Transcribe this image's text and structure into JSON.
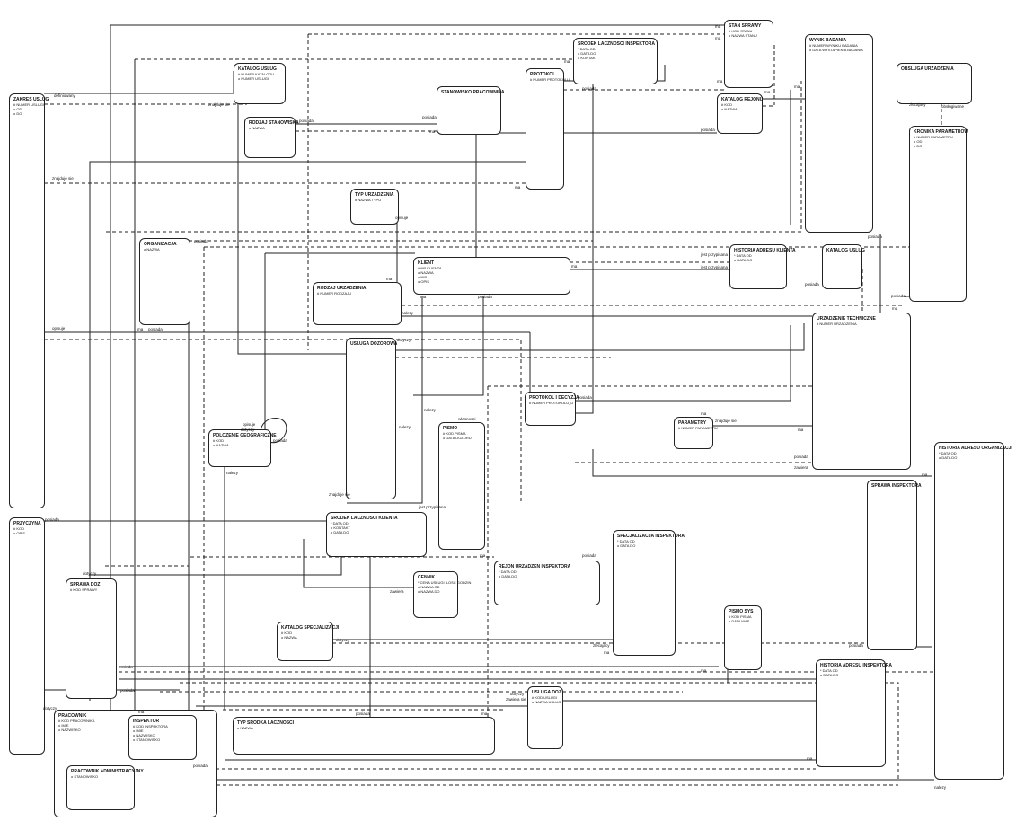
{
  "entities": {
    "zakres_uslug": {
      "title": "ZAKRES USLUG",
      "attrs": [
        "# NUMER USLUGI",
        "o OD",
        "o DO"
      ]
    },
    "katalog_uslug_top": {
      "title": "KATALOG USLUG",
      "attrs": [
        "# NUMER KATALOGU",
        "o NUMER USLUGI"
      ]
    },
    "rodzaj_stanowiska": {
      "title": "RODZAJ STANOWISKA",
      "attrs": [
        "o NAZWA"
      ]
    },
    "stanowisko_pracownika": {
      "title": "STANOWISKO PRACOWNIKA",
      "attrs": []
    },
    "srodek_lacznosci_inspektora": {
      "title": "SRODEK LACZNOSCI INSPEKTORA",
      "attrs": [
        "* DATA OD",
        "o DATA DO",
        "o KONTAKT"
      ]
    },
    "protokol": {
      "title": "PROTOKOL",
      "attrs": [
        "# NUMER PROTOKOLU"
      ]
    },
    "stan_sprawy": {
      "title": "STAN SPRAWY",
      "attrs": [
        "# KOD STANU",
        "o NAZWA STANU"
      ]
    },
    "katalog_rejonu": {
      "title": "KATALOG REJONU",
      "attrs": [
        "# KOD",
        "o NAZWA"
      ]
    },
    "wynik_badania": {
      "title": "WYNIK BADANIA",
      "attrs": [
        "# NUMER WYNIKU BADANIA",
        "o DATA WYSTAPIENIA BADANIA"
      ]
    },
    "obsluga_urzadzenia": {
      "title": "OBSLUGA URZADZENIA",
      "attrs": []
    },
    "kronika_parametrow": {
      "title": "KRONIKA PARAMETROW",
      "attrs": [
        "# NUMER PARAMETRU",
        "o OD",
        "o DO"
      ]
    },
    "typ_urzadzenia": {
      "title": "TYP URZADZENIA",
      "attrs": [
        "# NAZWA TYPU"
      ]
    },
    "organizacja": {
      "title": "ORGANIZACJA",
      "attrs": [
        "o NAZWA"
      ]
    },
    "rodzaj_urzadzenia": {
      "title": "RODZAJ URZADZENIA",
      "attrs": [
        "# NUMER RODZAJU"
      ]
    },
    "klient": {
      "title": "KLIENT",
      "attrs": [
        "# NR KLIENTA",
        "o NAZWA",
        "o NIP",
        "o OPIS"
      ]
    },
    "historia_adresu_klienta": {
      "title": "HISTORIA ADRESU KLIENTA",
      "attrs": [
        "* DATA OD",
        "o DATA DO"
      ]
    },
    "katalog_uslug_right": {
      "title": "KATALOG USLUG",
      "attrs": []
    },
    "urzadzenie_techniczne": {
      "title": "URZADZENIE TECHNICZNE",
      "attrs": [
        "# NUMER URZADZENIA"
      ]
    },
    "usluga_doczesna": {
      "title": "USLUGA DOZOROWA",
      "attrs": []
    },
    "protokol_i_decyzja": {
      "title": "PROTOKOL I DECYZJA",
      "attrs": [
        "# NUMER PROTOKOLU_D"
      ]
    },
    "parametry": {
      "title": "PARAMETRY",
      "attrs": [
        "# NUMER PARAMETRU"
      ]
    },
    "polozenie_geograficzne": {
      "title": "POLOZENIE GEOGRAFICZNE",
      "attrs": [
        "# KOD",
        "o NAZWA"
      ]
    },
    "pismo": {
      "title": "PISMO",
      "attrs": [
        "# KOD PISMA",
        "o DATA DOZORU"
      ]
    },
    "historia_adresu_organizacji": {
      "title": "HISTORIA ADRESU ORGANIZACJI",
      "attrs": [
        "* DATA OD",
        "o DATA DO"
      ]
    },
    "przyczyna": {
      "title": "PRZYCZYNA",
      "attrs": [
        "# KOD",
        "o OPIS"
      ]
    },
    "srodek_lacznosci_klienta": {
      "title": "SRODEK LACZNOSCI KLIENTA",
      "attrs": [
        "* DATA OD",
        "o KONTAKT",
        "o DATA DO"
      ]
    },
    "specjalizacja_inspektora": {
      "title": "SPECJALIZACJA INSPEKTORA",
      "attrs": [
        "* DATA OD",
        "o DATA DO"
      ]
    },
    "sprawa_inspektora": {
      "title": "SPRAWA INSPEKTORA",
      "attrs": []
    },
    "sprawa_doz": {
      "title": "SPRAWA DOZ",
      "attrs": [
        "# KOD SPRAWY"
      ]
    },
    "rejon_urzadzen_inspektora": {
      "title": "REJON URZADZEN INSPEKTORA",
      "attrs": [
        "* DATA OD",
        "o DATA DO"
      ]
    },
    "cennik": {
      "title": "CENNIK",
      "attrs": [
        "* CENA USLUGI ILOSC GODZIN",
        "o NAZWA OD",
        "o NAZWA DO"
      ]
    },
    "pismo_sys": {
      "title": "PISMO SYS",
      "attrs": [
        "# KOD PISMA",
        "o DATA WAS"
      ]
    },
    "katalog_specjalizacji": {
      "title": "KATALOG SPECJALIZACJI",
      "attrs": [
        "# KOD",
        "o NAZWA"
      ]
    },
    "historia_adresu_inspektora": {
      "title": "HISTORIA ADRESU INSPEKTORA",
      "attrs": [
        "* DATA OD",
        "o DATA DO"
      ]
    },
    "usluga_doz": {
      "title": "USLUGA DOZ",
      "attrs": [
        "# KOD USLUGI",
        "o NAZWA USLUGI"
      ]
    },
    "pracownik": {
      "title": "PRACOWNIK",
      "attrs": [
        "# KOD PRACOWNIKA",
        "o IMIE",
        "o NAZWISKO"
      ]
    },
    "inspektor": {
      "title": "INSPEKTOR",
      "attrs": [
        "# KOD INSPEKTORA",
        "o IMIE",
        "o NAZWISKO",
        "o STANOWISKO"
      ]
    },
    "typ_srodka_lacznosci": {
      "title": "TYP SRODKA LACZNOSCI",
      "attrs": [
        "o NAZWA"
      ]
    },
    "pracownik_administracyjny": {
      "title": "PRACOWNIK ADMINISTRACYJNY",
      "attrs": [
        "o STANOWISKO"
      ]
    }
  },
  "relationship_labels": [
    "definiowany",
    "znajduje sie",
    "posiada",
    "ma",
    "posiada",
    "ma",
    "ma",
    "ma",
    "ma",
    "posiada",
    "ma",
    "posiada",
    "ma",
    "ma",
    "znajduje sie",
    "opisuje",
    "posiada",
    "posiada",
    "ma",
    "ma",
    "nalezy",
    "dotyczy",
    "posiada",
    "jest przypisana",
    "jest przypisana",
    "posiada",
    "ma",
    "posiada",
    "ma",
    "ma",
    "posiada",
    "opisuje",
    "posiada",
    "ma",
    "nalezy",
    "ma",
    "znajduje sie",
    "opisuje",
    "nalezy",
    "dotyczy",
    "posiada",
    "wlasnosci",
    "posiada",
    "zawiera",
    "nalezy",
    "ma",
    "znajduje sie",
    "jest przypisana",
    "posiada",
    "ma",
    "dotyczy",
    "posiada",
    "zawiera",
    "dotyczy",
    "zlecajacy",
    "posiada",
    "ma",
    "posiada",
    "ma",
    "posiada",
    "dotyczy",
    "zawiera sie",
    "dotyczy",
    "posiada",
    "ma",
    "ma",
    "ma",
    "zlecajacy",
    "posiada",
    "obsługiwane",
    "nalezy"
  ]
}
